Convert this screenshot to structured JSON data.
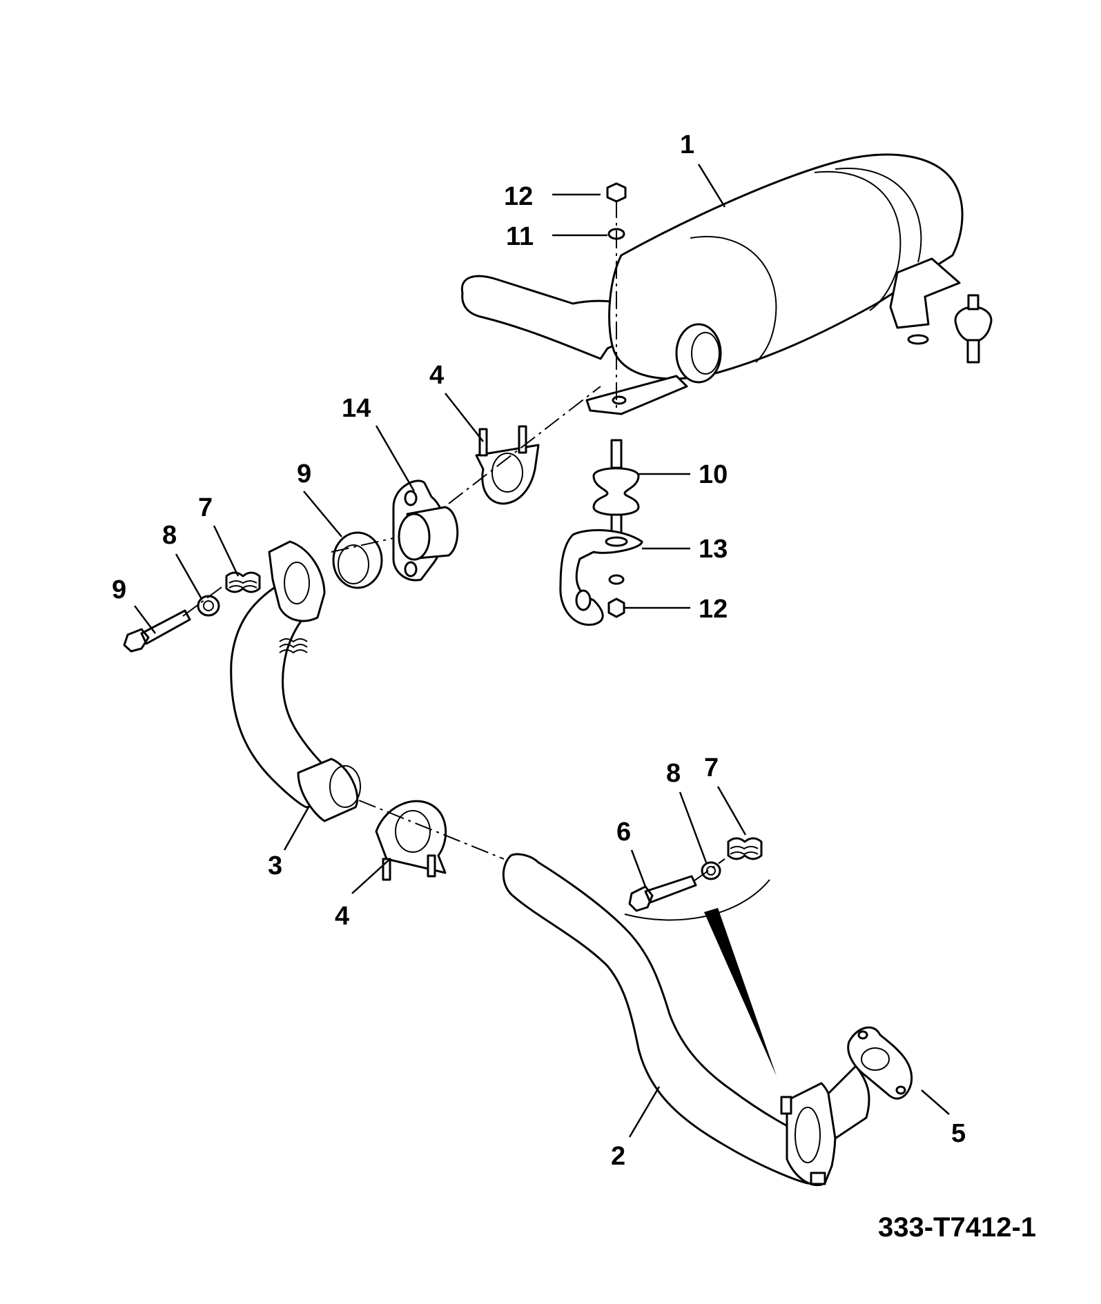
{
  "callouts": {
    "c1": "1",
    "c2": "2",
    "c3": "3",
    "c4a": "4",
    "c4b": "4",
    "c5": "5",
    "c6": "6",
    "c7a": "7",
    "c7b": "7",
    "c8a": "8",
    "c8b": "8",
    "c9a": "9",
    "c9b": "9",
    "c10": "10",
    "c11": "11",
    "c12a": "12",
    "c12b": "12",
    "c13": "13",
    "c14": "14"
  },
  "drawing_number": "333-T7412-1"
}
